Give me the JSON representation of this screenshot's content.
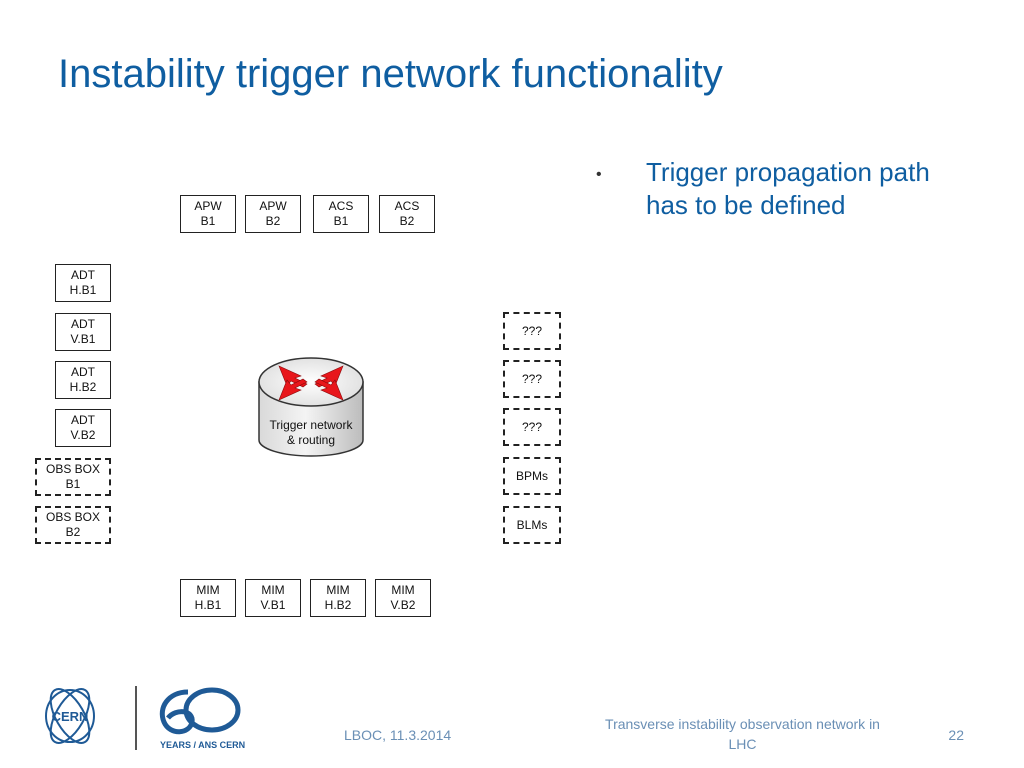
{
  "slide": {
    "title": "Instability trigger network functionality"
  },
  "diagram": {
    "top_row": [
      {
        "line1": "APW",
        "line2": "B1"
      },
      {
        "line1": "APW",
        "line2": "B2"
      },
      {
        "line1": "ACS",
        "line2": "B1"
      },
      {
        "line1": "ACS",
        "line2": "B2"
      }
    ],
    "left_column": [
      {
        "line1": "ADT",
        "line2": "H.B1"
      },
      {
        "line1": "ADT",
        "line2": "V.B1"
      },
      {
        "line1": "ADT",
        "line2": "H.B2"
      },
      {
        "line1": "ADT",
        "line2": "V.B2"
      },
      {
        "line1": "OBS BOX",
        "line2": "B1"
      },
      {
        "line1": "OBS BOX",
        "line2": "B2"
      }
    ],
    "right_column": [
      {
        "line1": "???"
      },
      {
        "line1": "???"
      },
      {
        "line1": "???"
      },
      {
        "line1": "BPMs"
      },
      {
        "line1": "BLMs"
      }
    ],
    "bottom_row": [
      {
        "line1": "MIM",
        "line2": "H.B1"
      },
      {
        "line1": "MIM",
        "line2": "V.B1"
      },
      {
        "line1": "MIM",
        "line2": "H.B2"
      },
      {
        "line1": "MIM",
        "line2": "V.B2"
      }
    ],
    "router": {
      "label_line1": "Trigger network",
      "label_line2": "& routing",
      "arrow_color": "#e8161b"
    }
  },
  "bullets": [
    {
      "text": "Trigger propagation path has to be defined"
    }
  ],
  "footer": {
    "logo_text": "CERN",
    "anniversary_text": "YEARS / ANS CERN",
    "date": "LBOC, 11.3.2014",
    "doc_title": "Transverse instability observation network in LHC",
    "page_number": "22"
  }
}
